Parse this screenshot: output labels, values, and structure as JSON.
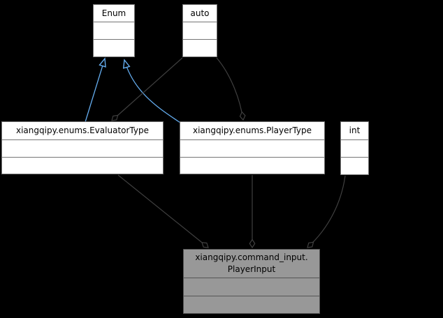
{
  "diagram": {
    "kind": "uml-collaboration-graph",
    "background": "#000000",
    "colors": {
      "node_fill": "#ffffff",
      "node_border": "#757575",
      "highlight_node_fill": "#989898",
      "highlight_node_border": "#555555",
      "edge": "#404040",
      "inheritance_edge": "#64acee",
      "text": "#000000"
    },
    "nodes": {
      "enum": {
        "label": "Enum"
      },
      "auto": {
        "label": "auto"
      },
      "evaluator_type": {
        "label": "xiangqipy.enums.EvaluatorType"
      },
      "player_type": {
        "label": "xiangqipy.enums.PlayerType"
      },
      "int": {
        "label": "int"
      },
      "player_input": {
        "label_lines": [
          "xiangqipy.command_input.",
          "PlayerInput"
        ]
      }
    },
    "edges": [
      {
        "child": "xiangqipy.enums.EvaluatorType",
        "parent": "Enum",
        "type": "inheritance"
      },
      {
        "child": "xiangqipy.enums.PlayerType",
        "parent": "Enum",
        "type": "inheritance"
      },
      {
        "owner": "xiangqipy.enums.EvaluatorType",
        "member": "auto",
        "type": "aggregation"
      },
      {
        "owner": "xiangqipy.enums.PlayerType",
        "member": "auto",
        "type": "aggregation"
      },
      {
        "owner": "xiangqipy.command_input.PlayerInput",
        "member": "xiangqipy.enums.EvaluatorType",
        "type": "aggregation"
      },
      {
        "owner": "xiangqipy.command_input.PlayerInput",
        "member": "xiangqipy.enums.PlayerType",
        "type": "aggregation"
      },
      {
        "owner": "xiangqipy.command_input.PlayerInput",
        "member": "int",
        "type": "aggregation"
      }
    ]
  }
}
